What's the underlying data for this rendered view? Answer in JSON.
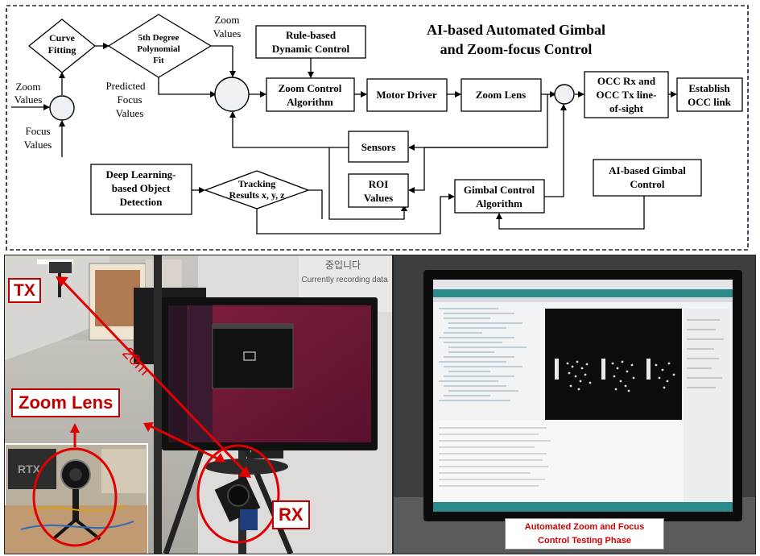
{
  "title_line1": "AI-based Automated Gimbal",
  "title_line2": "and Zoom-focus Control",
  "blocks": {
    "curve_fitting": [
      "Curve",
      "Fitting"
    ],
    "poly_fit": [
      "5th Degree",
      "Polynomial",
      "Fit"
    ],
    "rule_based": [
      "Rule-based",
      "Dynamic Control"
    ],
    "zoom_control": [
      "Zoom Control",
      "Algorithm"
    ],
    "motor_driver": [
      "Motor Driver"
    ],
    "zoom_lens": [
      "Zoom Lens"
    ],
    "occ_rx": [
      "OCC Rx and",
      "OCC Tx line-",
      "of-sight"
    ],
    "establish": [
      "Establish",
      "OCC link"
    ],
    "sensors": [
      "Sensors"
    ],
    "roi": [
      "ROI",
      "Values"
    ],
    "deep_learning": [
      "Deep Learning-",
      "based Object",
      "Detection"
    ],
    "tracking": [
      "Tracking",
      "Results x, y, z"
    ],
    "gimbal_control": [
      "Gimbal Control",
      "Algorithm"
    ],
    "ai_gimbal": [
      "AI-based Gimbal",
      "Control"
    ]
  },
  "signals": {
    "zoom_values_left": [
      "Zoom",
      "Values"
    ],
    "focus_values_left": [
      "Focus",
      "Values"
    ],
    "zoom_values_top": [
      "Zoom",
      "Values"
    ],
    "predicted_focus": [
      "Predicted",
      "Focus",
      "Values"
    ]
  },
  "photo_labels": {
    "tx": "TX",
    "distance": "20m",
    "zoom_lens": "Zoom Lens",
    "rx": "RX",
    "caption_line1": "Automated Zoom and Focus",
    "caption_line2": "Control Testing Phase"
  },
  "screen_text": {
    "recording_korean": "중입니다",
    "recording": "Currently recording data"
  },
  "colors": {
    "accent_red": "#c00000",
    "block_border": "#000000",
    "block_fill": "#ffffff"
  }
}
